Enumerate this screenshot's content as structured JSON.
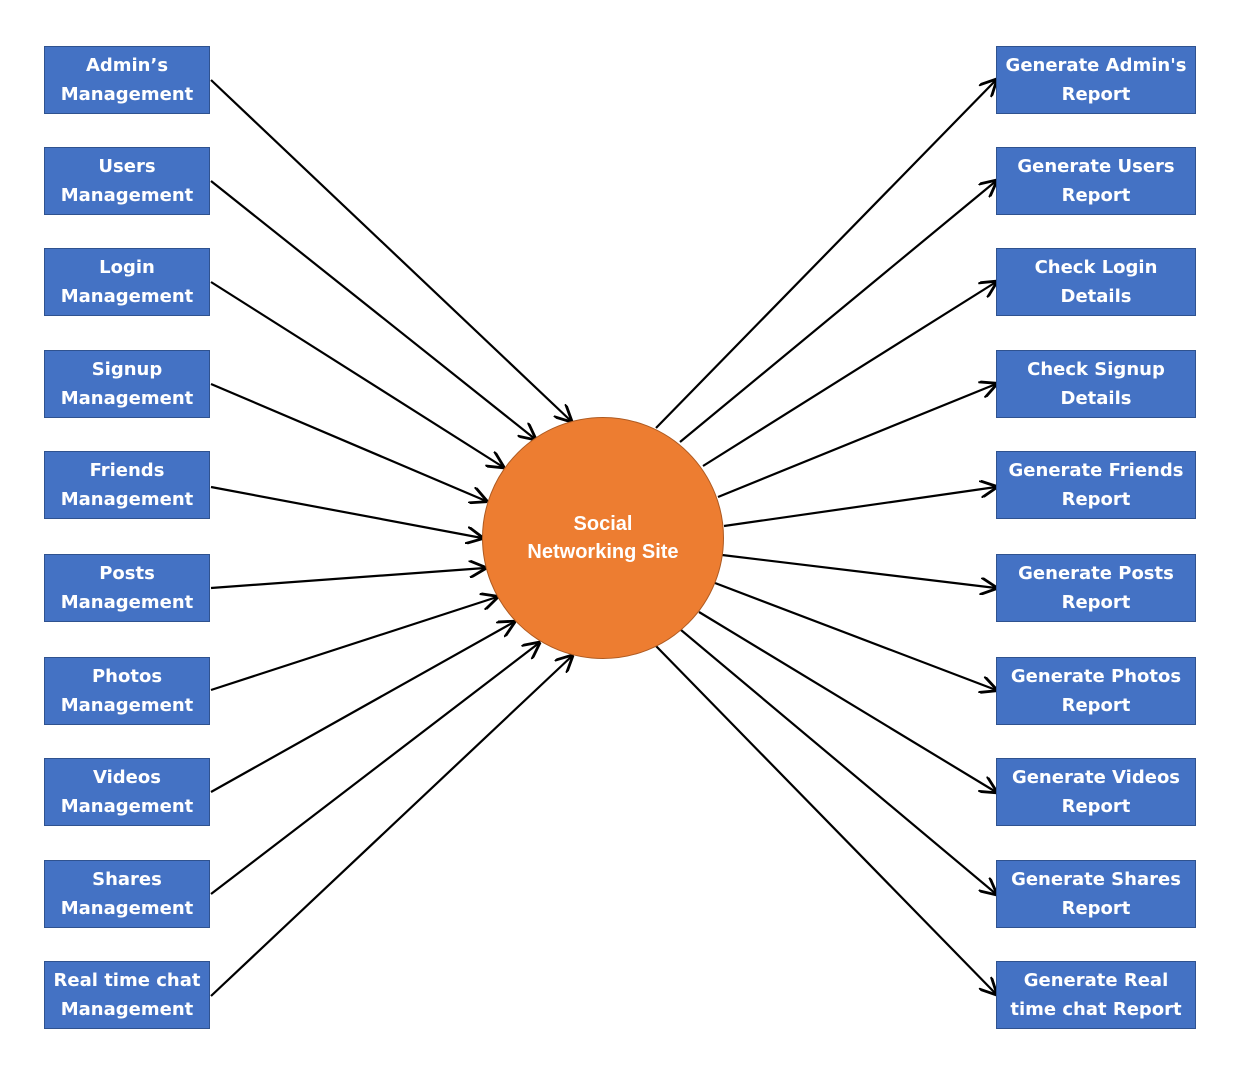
{
  "center": {
    "label": "Social\nNetworking Site"
  },
  "inputs": [
    "Admin’s\nManagement",
    "Users\nManagement",
    "Login\nManagement",
    "Signup\nManagement",
    "Friends\nManagement",
    "Posts\nManagement",
    "Photos\nManagement",
    "Videos\nManagement",
    "Shares\nManagement",
    "Real time chat\nManagement"
  ],
  "outputs": [
    "Generate Admin's\nReport",
    "Generate Users\nReport",
    "Check Login\nDetails",
    "Check Signup\nDetails",
    "Generate Friends\nReport",
    "Generate Posts\nReport",
    "Generate Photos\nReport",
    "Generate Videos\nReport",
    "Generate Shares\nReport",
    "Generate Real\ntime chat Report"
  ],
  "colors": {
    "box_fill": "#4472c4",
    "circle_fill": "#ed7d31",
    "arrow": "#000000"
  }
}
